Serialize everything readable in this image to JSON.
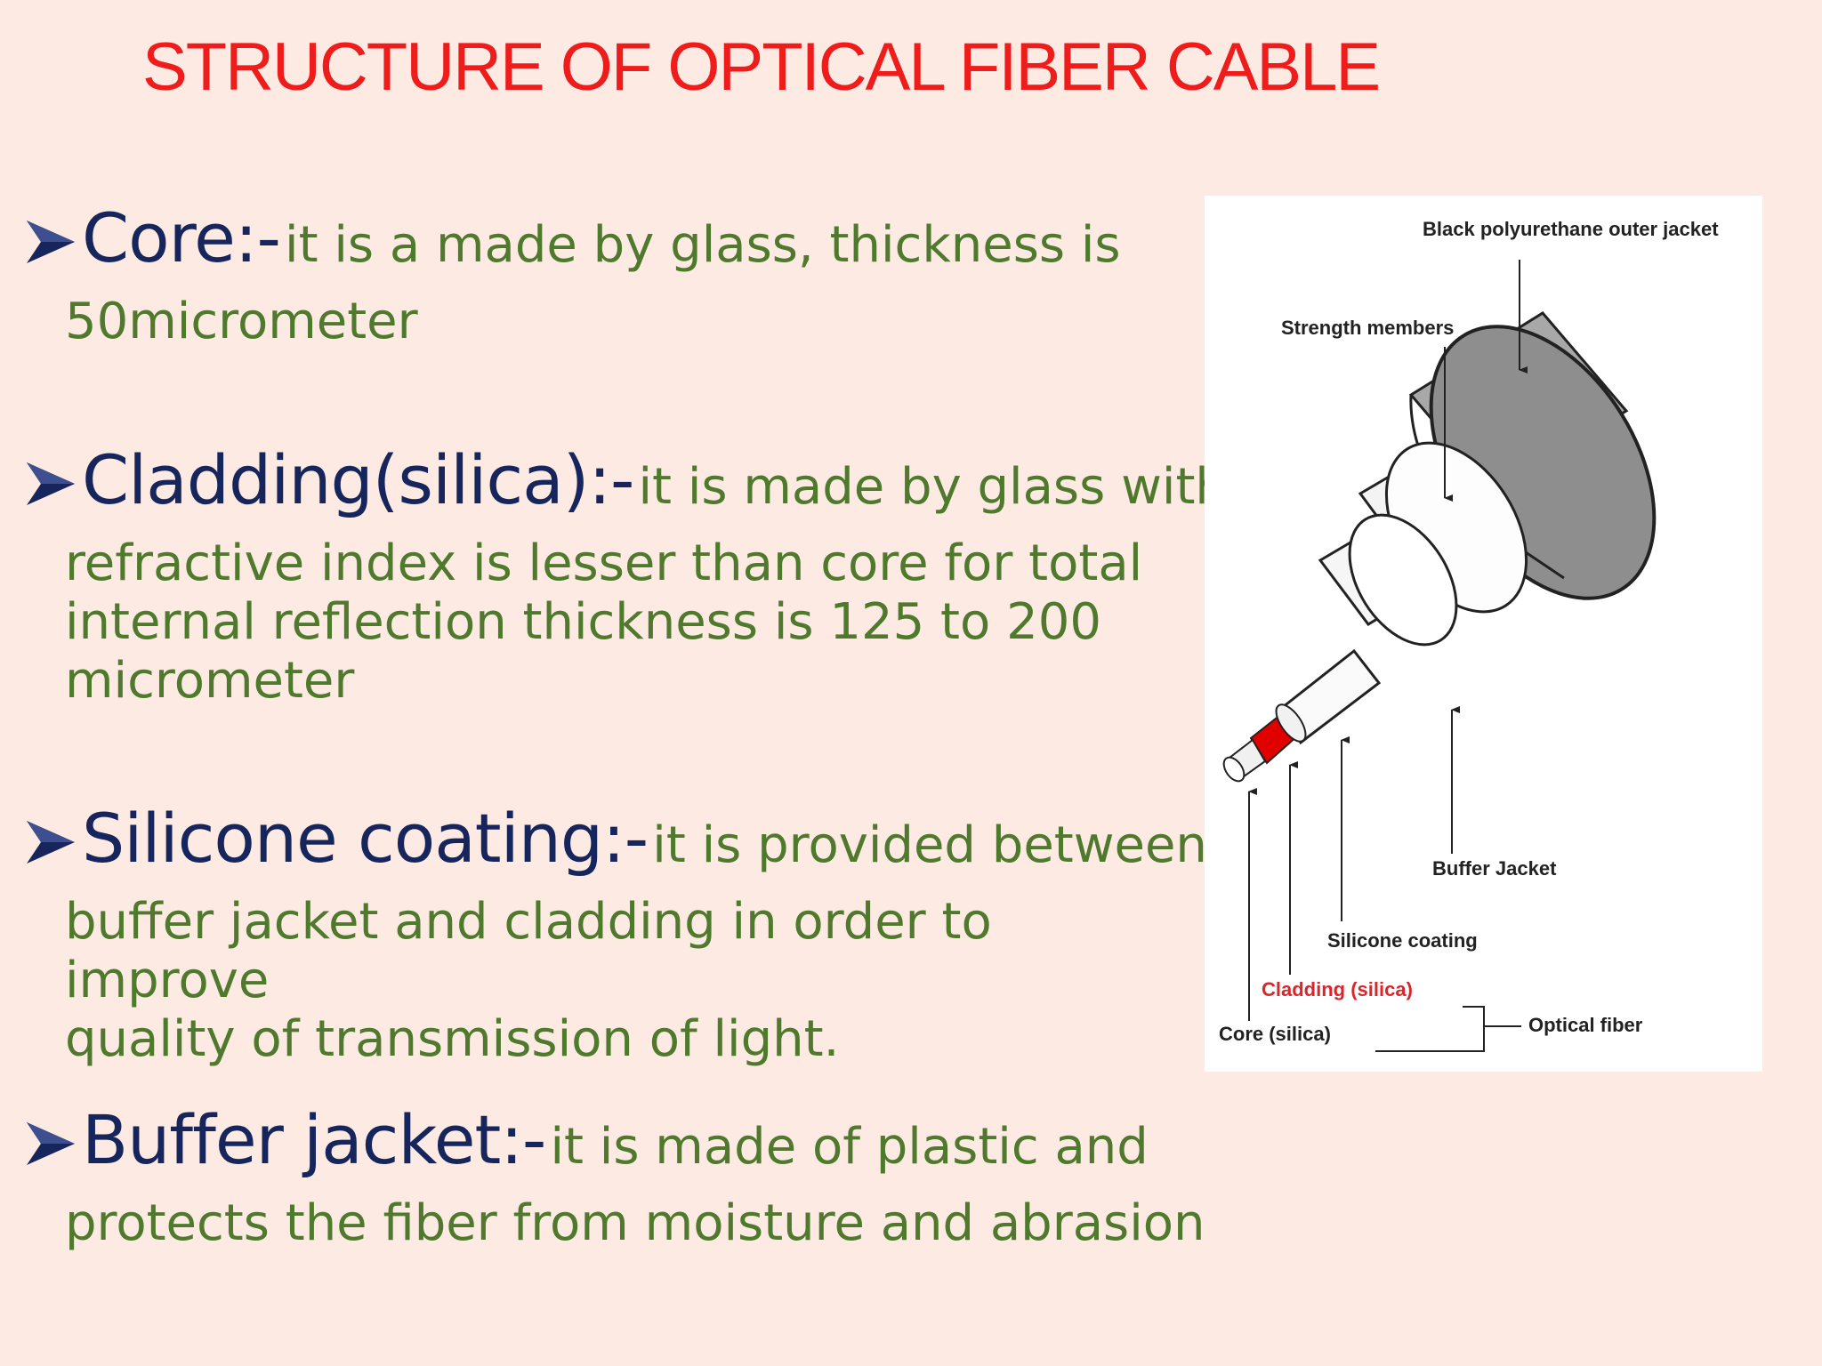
{
  "slide": {
    "title": "STRUCTURE OF OPTICAL FIBER CABLE",
    "bullets": [
      {
        "term": "Core:-",
        "desc_first": "it is a made by glass, thickness is",
        "desc_rest": [
          "50micrometer"
        ]
      },
      {
        "term": "Cladding(silica):-",
        "desc_first": "it is made by glass with",
        "desc_rest": [
          "refractive index is lesser than core for total",
          "internal reflection thickness is 125 to 200",
          "micrometer"
        ]
      },
      {
        "term": "Silicone coating:-",
        "desc_first": "it is provided between",
        "desc_rest": [
          "buffer jacket and cladding in order to improve",
          "quality of transmission of light."
        ]
      },
      {
        "term": "Buffer jacket:-",
        "desc_first": "it is made of plastic and",
        "desc_rest": [
          "protects the fiber from moisture and abrasion"
        ]
      }
    ]
  },
  "figure": {
    "labels": {
      "outer_jacket": "Black polyurethane outer jacket",
      "strength_members": "Strength members",
      "buffer_jacket": "Buffer Jacket",
      "silicone_coating": "Silicone coating",
      "cladding": "Cladding (silica)",
      "core": "Core (silica)",
      "optical_fiber": "Optical fiber"
    }
  },
  "colors": {
    "background": "#fdeae3",
    "title": "#ef1c1c",
    "term": "#16265c",
    "description": "#4f7a2e",
    "cladding_highlight": "#e00000"
  },
  "icons": [
    "bullet-arrow-icon"
  ]
}
